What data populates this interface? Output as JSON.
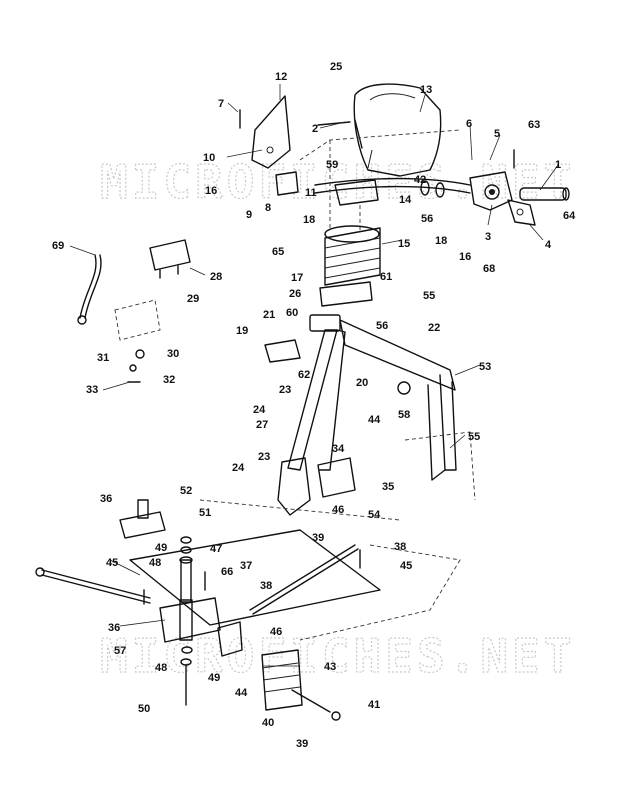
{
  "watermark": {
    "top": "MICROFICHES.NET",
    "bottom": "MICROFICHES.NET",
    "color": "#c9c9c9"
  },
  "labels": [
    {
      "id": "l1",
      "text": "1"
    },
    {
      "id": "l2",
      "text": "2"
    },
    {
      "id": "l3",
      "text": "3"
    },
    {
      "id": "l4",
      "text": "4"
    },
    {
      "id": "l5",
      "text": "5"
    },
    {
      "id": "l6",
      "text": "6"
    },
    {
      "id": "l7",
      "text": "7"
    },
    {
      "id": "l8",
      "text": "8"
    },
    {
      "id": "l9",
      "text": "9"
    },
    {
      "id": "l10",
      "text": "10"
    },
    {
      "id": "l11",
      "text": "11"
    },
    {
      "id": "l12",
      "text": "12"
    },
    {
      "id": "l13",
      "text": "13"
    },
    {
      "id": "l14",
      "text": "14"
    },
    {
      "id": "l15",
      "text": "15"
    },
    {
      "id": "l16a",
      "text": "16"
    },
    {
      "id": "l16b",
      "text": "16"
    },
    {
      "id": "l17",
      "text": "17"
    },
    {
      "id": "l18a",
      "text": "18"
    },
    {
      "id": "l18b",
      "text": "18"
    },
    {
      "id": "l19",
      "text": "19"
    },
    {
      "id": "l20",
      "text": "20"
    },
    {
      "id": "l21",
      "text": "21"
    },
    {
      "id": "l22",
      "text": "22"
    },
    {
      "id": "l23a",
      "text": "23"
    },
    {
      "id": "l23b",
      "text": "23"
    },
    {
      "id": "l24a",
      "text": "24"
    },
    {
      "id": "l24b",
      "text": "24"
    },
    {
      "id": "l25",
      "text": "25"
    },
    {
      "id": "l26",
      "text": "26"
    },
    {
      "id": "l27",
      "text": "27"
    },
    {
      "id": "l28",
      "text": "28"
    },
    {
      "id": "l29",
      "text": "29"
    },
    {
      "id": "l30",
      "text": "30"
    },
    {
      "id": "l31",
      "text": "31"
    },
    {
      "id": "l32",
      "text": "32"
    },
    {
      "id": "l33",
      "text": "33"
    },
    {
      "id": "l34",
      "text": "34"
    },
    {
      "id": "l35",
      "text": "35"
    },
    {
      "id": "l36a",
      "text": "36"
    },
    {
      "id": "l36b",
      "text": "36"
    },
    {
      "id": "l37",
      "text": "37"
    },
    {
      "id": "l38a",
      "text": "38"
    },
    {
      "id": "l38b",
      "text": "38"
    },
    {
      "id": "l39a",
      "text": "39"
    },
    {
      "id": "l39b",
      "text": "39"
    },
    {
      "id": "l40",
      "text": "40"
    },
    {
      "id": "l41",
      "text": "41"
    },
    {
      "id": "l42",
      "text": "42"
    },
    {
      "id": "l43",
      "text": "43"
    },
    {
      "id": "l44a",
      "text": "44"
    },
    {
      "id": "l44b",
      "text": "44"
    },
    {
      "id": "l45a",
      "text": "45"
    },
    {
      "id": "l45b",
      "text": "45"
    },
    {
      "id": "l46a",
      "text": "46"
    },
    {
      "id": "l46b",
      "text": "46"
    },
    {
      "id": "l47",
      "text": "47"
    },
    {
      "id": "l48a",
      "text": "48"
    },
    {
      "id": "l48b",
      "text": "48"
    },
    {
      "id": "l49a",
      "text": "49"
    },
    {
      "id": "l49b",
      "text": "49"
    },
    {
      "id": "l50",
      "text": "50"
    },
    {
      "id": "l51",
      "text": "51"
    },
    {
      "id": "l52",
      "text": "52"
    },
    {
      "id": "l53",
      "text": "53"
    },
    {
      "id": "l54",
      "text": "54"
    },
    {
      "id": "l55a",
      "text": "55"
    },
    {
      "id": "l55b",
      "text": "55"
    },
    {
      "id": "l56a",
      "text": "56"
    },
    {
      "id": "l56b",
      "text": "56"
    },
    {
      "id": "l57",
      "text": "57"
    },
    {
      "id": "l58",
      "text": "58"
    },
    {
      "id": "l59",
      "text": "59"
    },
    {
      "id": "l60",
      "text": "60"
    },
    {
      "id": "l61",
      "text": "61"
    },
    {
      "id": "l62",
      "text": "62"
    },
    {
      "id": "l63",
      "text": "63"
    },
    {
      "id": "l64",
      "text": "64"
    },
    {
      "id": "l65",
      "text": "65"
    },
    {
      "id": "l66",
      "text": "66"
    },
    {
      "id": "l68",
      "text": "68"
    },
    {
      "id": "l69",
      "text": "69"
    }
  ]
}
